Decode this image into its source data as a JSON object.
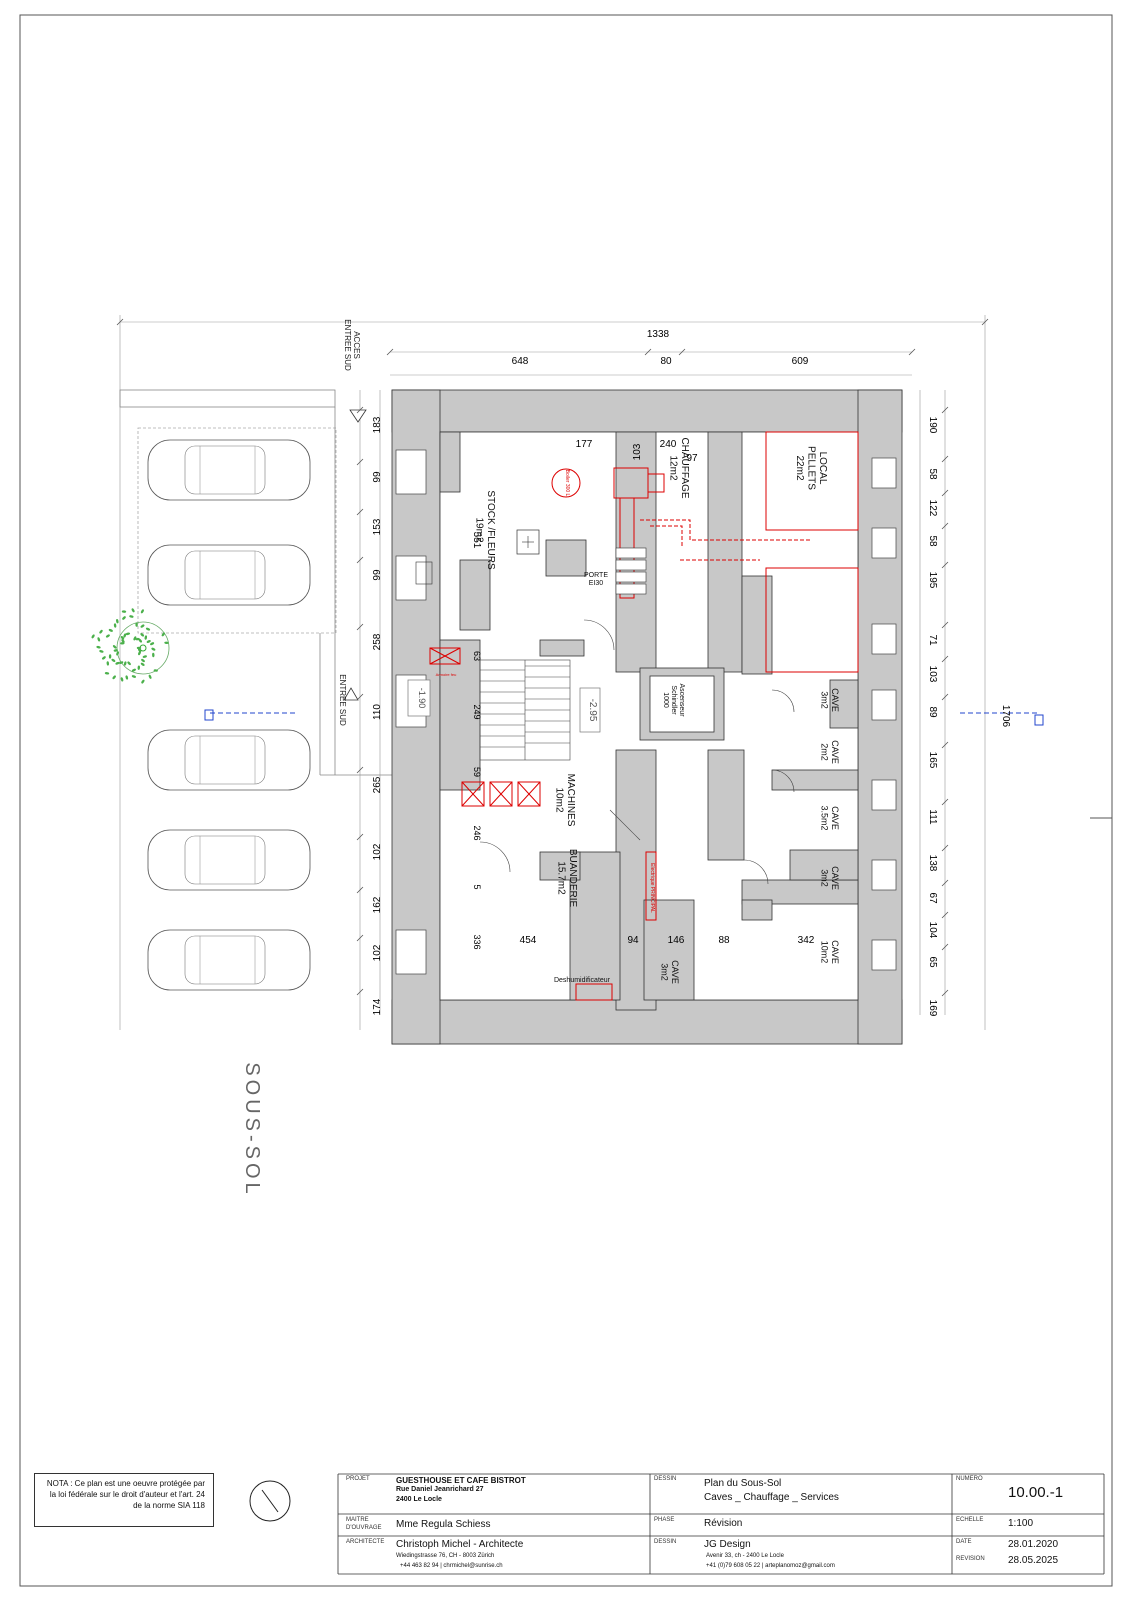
{
  "plan": {
    "title": "SOUS-SOL",
    "access_label": "ACCES\nENTREE SUD",
    "entree_label": "ENTREE SUD",
    "total_width": "1338",
    "total_height": "1706",
    "top_dims": [
      "648",
      "80",
      "609"
    ],
    "inner_top_dims": [
      "177",
      "103",
      "240",
      "97"
    ],
    "left_dims": [
      "183",
      "99",
      "153",
      "99",
      "258",
      "110",
      "265",
      "102",
      "162",
      "102",
      "174"
    ],
    "right_dims": [
      "190",
      "58",
      "122",
      "58",
      "195",
      "71",
      "103",
      "89",
      "165",
      "111",
      "138",
      "67",
      "104",
      "65",
      "169"
    ],
    "inner_dims": {
      "d551": "551",
      "d63": "63",
      "d249": "249",
      "d59": "59",
      "d246": "246",
      "d5": "5",
      "d336": "336",
      "d454": "454",
      "d94": "94",
      "d146": "146",
      "d88": "88",
      "d342": "342"
    },
    "levels": {
      "stair": "-2.95",
      "entry": "-1.90"
    },
    "rooms": {
      "stock": "STOCK /FLEURS\n19m2",
      "chauffage": "CHAUFFAGE\n12m2",
      "pellets": "LOCAL\nPELLETS\n22m2",
      "machines": "MACHINES\n10m2",
      "buanderie": "BUANDERIE\n15.7m2",
      "ascenseur": "Ascenseur\nSchindler\n1000",
      "cave1": "CAVE\n3m2",
      "cave2": "CAVE\n2m2",
      "cave3": "CAVE\n3.5m2",
      "cave4": "CAVE\n3m2",
      "cave5": "CAVE\n10m2",
      "cave6": "CAVE\n3m2"
    },
    "annotations": {
      "porte": "PORTE\nEI30",
      "boiler": "Boiler 300 L",
      "deshum": "Deshumidificateur",
      "armoire": "Armoire feu",
      "electrique": "Electrique PRINCIPAL"
    }
  },
  "nota": "NOTA : Ce plan est une oeuvre protégée par la loi fédérale sur le droit d'auteur et l'art. 24 de la norme SIA 118",
  "title_block": {
    "projet_label": "PROJET",
    "projet_name": "GUESTHOUSE ET CAFE BISTROT",
    "projet_address1": "Rue Daniel Jeanrichard 27",
    "projet_address2": "2400 Le Locle",
    "dessin_label": "DESSIN",
    "dessin_value1": "Plan du Sous-Sol",
    "dessin_value2": "Caves _ Chauffage _ Services",
    "numero_label": "NUMERO",
    "numero_value": "10.00.-1",
    "maitre_label": "MAITRE\nD'OUVRAGE",
    "maitre_value": "Mme Regula Schiess",
    "phase_label": "PHASE",
    "phase_value": "Révision",
    "echelle_label": "ECHELLE",
    "echelle_value": "1:100",
    "architecte_label": "ARCHITECTE",
    "architecte_value": "Christoph Michel - Architecte",
    "architecte_addr": "Wiedingstrasse 76, CH - 8003 Zürich",
    "architecte_contact": "+44 463 82 94 |  chrmichel@sunrise.ch",
    "dessin2_label": "DESSIN",
    "dessin2_value": "JG Design",
    "dessin2_addr": "Avenir 33, ch - 2400 Le Locle",
    "dessin2_contact": "+41 (0)79 608 05 22 |   arteplanomoz@gmail.com",
    "date_label": "DATE",
    "date_value": "28.01.2020",
    "revision_label": "REVISION",
    "revision_value": "28.05.2025"
  }
}
